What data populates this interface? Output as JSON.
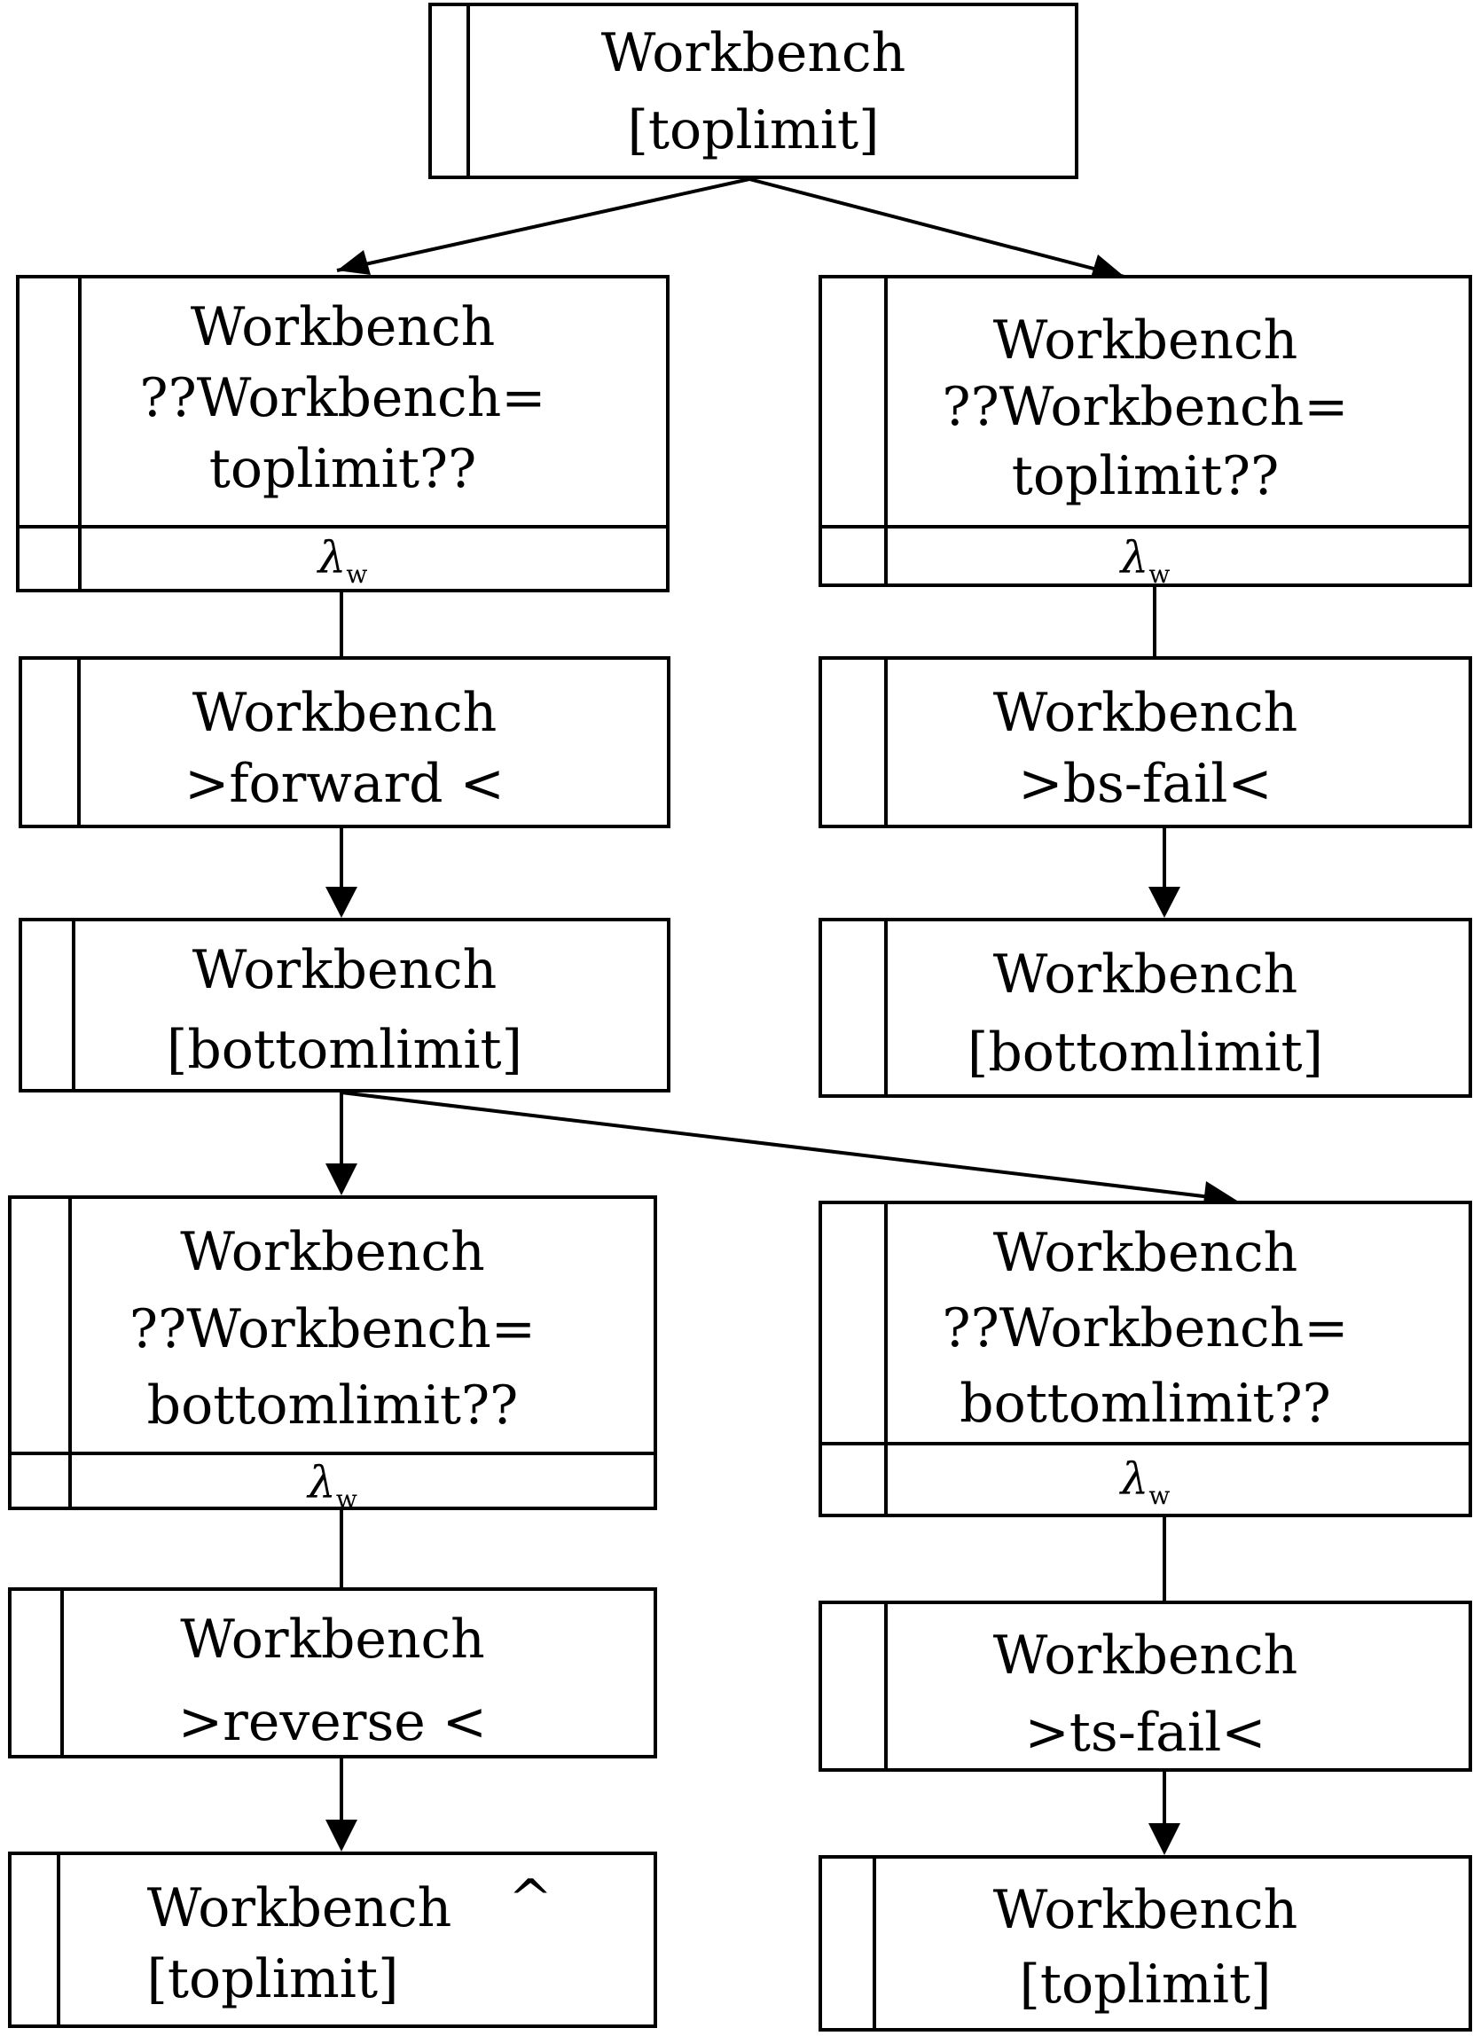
{
  "nodes": {
    "top": {
      "title": "Workbench",
      "state": "[toplimit]"
    },
    "left_check_top": {
      "title": "Workbench",
      "cond_line1": "??Workbench=",
      "cond_line2": "toplimit??",
      "lambda": "λ",
      "lambda_sub": "w"
    },
    "right_check_top": {
      "title": "Workbench",
      "cond_line1": "??Workbench=",
      "cond_line2": "toplimit??",
      "lambda": "λ",
      "lambda_sub": "w"
    },
    "forward": {
      "title": "Workbench",
      "action": ">forward <"
    },
    "bs_fail": {
      "title": "Workbench",
      "action": ">bs-fail<"
    },
    "left_bottomlimit": {
      "title": "Workbench",
      "state": "[bottomlimit]"
    },
    "right_bottomlimit": {
      "title": "Workbench",
      "state": "[bottomlimit]"
    },
    "left_check_bottom": {
      "title": "Workbench",
      "cond_line1": "??Workbench=",
      "cond_line2": "bottomlimit??",
      "lambda": "λ",
      "lambda_sub": "w"
    },
    "right_check_bottom": {
      "title": "Workbench",
      "cond_line1": "??Workbench=",
      "cond_line2": "bottomlimit??",
      "lambda": "λ",
      "lambda_sub": "w"
    },
    "reverse": {
      "title": "Workbench",
      "action": ">reverse <"
    },
    "ts_fail": {
      "title": "Workbench",
      "action": ">ts-fail<"
    },
    "left_final": {
      "title": "Workbench",
      "caret": "^",
      "state": "[toplimit]"
    },
    "right_final": {
      "title": "Workbench",
      "state": "[toplimit]"
    }
  }
}
